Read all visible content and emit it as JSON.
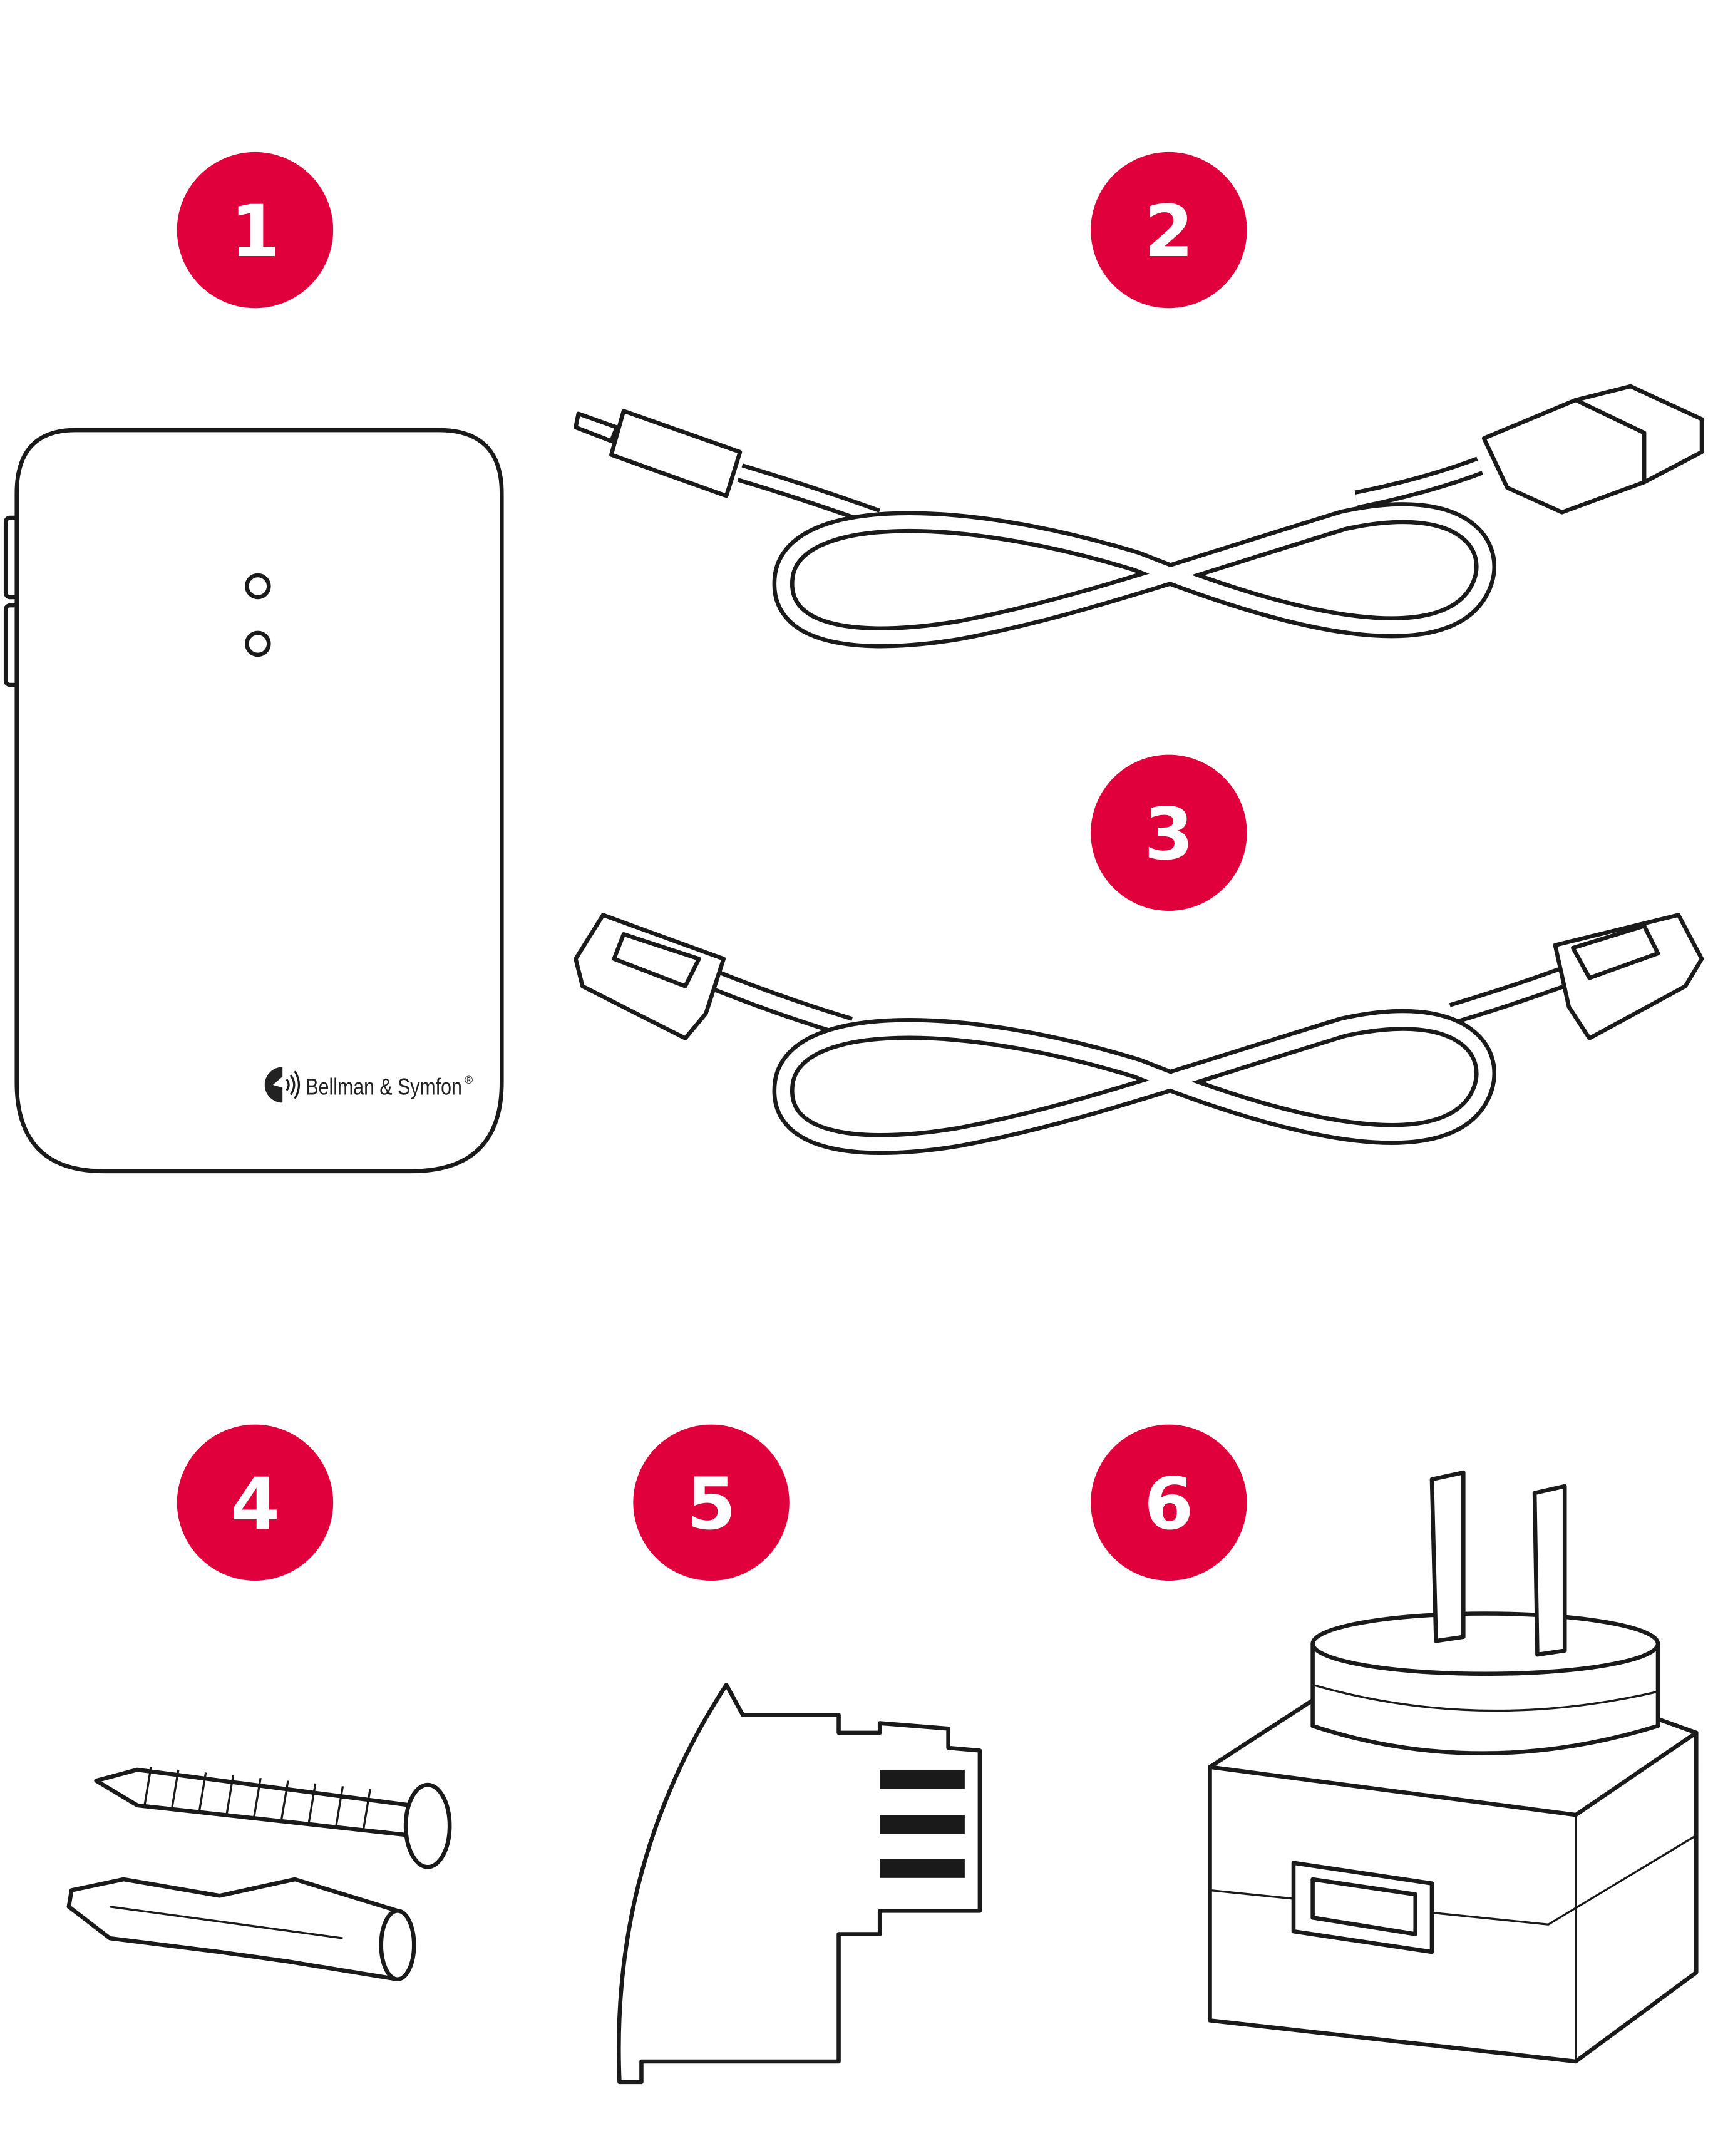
{
  "accent_color": "#e0003c",
  "badges": [
    "1",
    "2",
    "3",
    "4",
    "5",
    "6"
  ],
  "items": [
    {
      "number": "1",
      "name": "device",
      "brand": "Bellman & Symfon",
      "brand_mark": "®"
    },
    {
      "number": "2",
      "name": "usb-power-cable"
    },
    {
      "number": "3",
      "name": "telephone-cable"
    },
    {
      "number": "4",
      "name": "screw-and-wall-plug"
    },
    {
      "number": "5",
      "name": "telephone-adapter"
    },
    {
      "number": "6",
      "name": "power-adapter"
    }
  ]
}
